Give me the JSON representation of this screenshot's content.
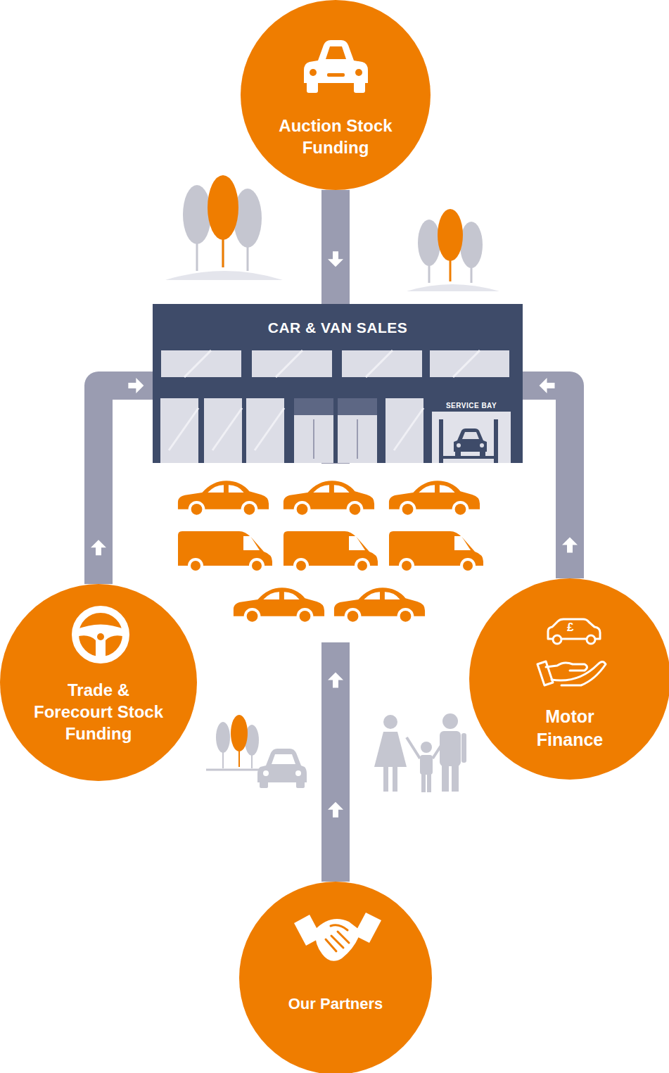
{
  "diagram": {
    "nodes": [
      {
        "text": [
          "Auction Stock Funding"
        ]
      },
      {
        "text": [
          "CAR & VAN SALES"
        ]
      },
      {
        "text": [
          "SERVICE BAY"
        ],
        "in": 1
      },
      {
        "text": [
          "Trade & Forecourt Stock Funding"
        ]
      },
      {
        "text": [
          "Motor Finance"
        ]
      },
      {
        "text": [
          "Our Partners"
        ]
      }
    ],
    "edges": [
      {
        "from": 0,
        "to": 1,
        "arrow": "to"
      },
      {
        "from": 3,
        "to": 1,
        "arrow": "to"
      },
      {
        "from": 4,
        "to": 1,
        "arrow": "to"
      },
      {
        "from": 5,
        "to": 1,
        "arrow": "to"
      }
    ],
    "labels": [
      "£"
    ]
  }
}
